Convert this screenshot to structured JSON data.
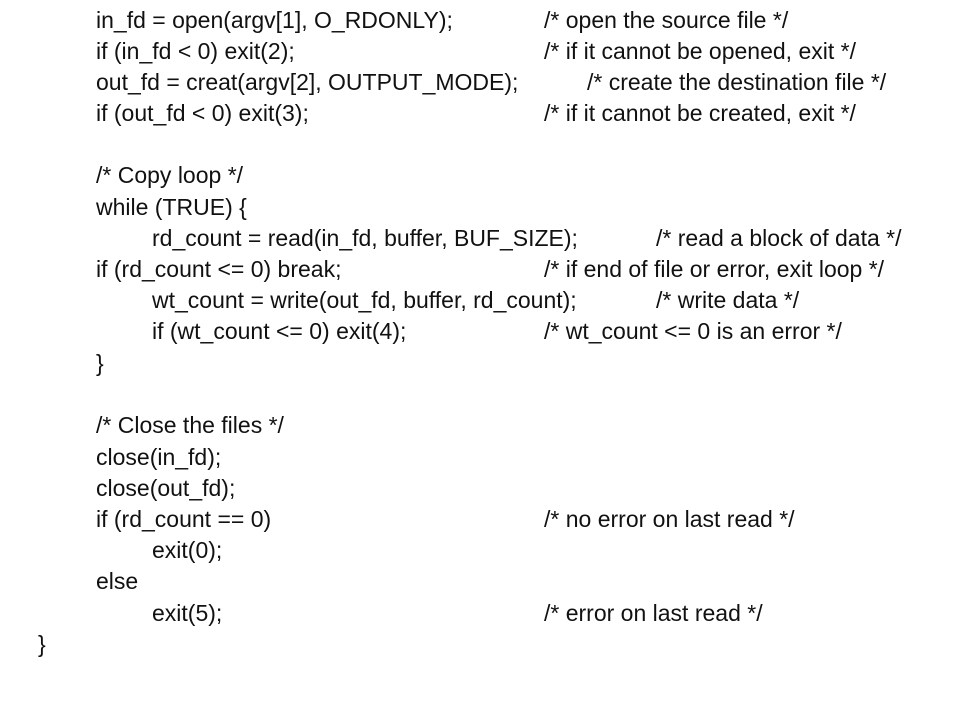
{
  "code_lines": [
    {
      "code": "in_fd = open(argv[1], O_RDONLY);",
      "comment": "/* open the source file */"
    },
    {
      "code": "if (in_fd < 0) exit(2);",
      "comment": "/* if it cannot be opened, exit */"
    },
    {
      "code": "out_fd = creat(argv[2], OUTPUT_MODE);",
      "comment": "/* create the destination file */"
    },
    {
      "code": "if (out_fd < 0) exit(3);",
      "comment": "/* if it cannot be created, exit */"
    },
    {
      "code": "",
      "comment": ""
    },
    {
      "code": "/* Copy loop */",
      "comment": ""
    },
    {
      "code": "while (TRUE) {",
      "comment": ""
    },
    {
      "code": "rd_count = read(in_fd, buffer, BUF_SIZE);",
      "comment": "/* read a block of data */"
    },
    {
      "code": "if (rd_count <= 0) break;",
      "comment": "/* if end of file or error, exit loop */"
    },
    {
      "code": "wt_count = write(out_fd, buffer, rd_count);",
      "comment": "/* write data */"
    },
    {
      "code": "if (wt_count <= 0) exit(4);",
      "comment": "/* wt_count <= 0 is an error */"
    },
    {
      "code": "}",
      "comment": ""
    },
    {
      "code": "",
      "comment": ""
    },
    {
      "code": "/* Close the files */",
      "comment": ""
    },
    {
      "code": "close(in_fd);",
      "comment": ""
    },
    {
      "code": "close(out_fd);",
      "comment": ""
    },
    {
      "code": "if (rd_count == 0)",
      "comment": "/* no error on last read */"
    },
    {
      "code": "exit(0);",
      "comment": ""
    },
    {
      "code": "else",
      "comment": ""
    },
    {
      "code": "exit(5);",
      "comment": "/* error on last read */"
    },
    {
      "code": "}",
      "comment": ""
    }
  ]
}
